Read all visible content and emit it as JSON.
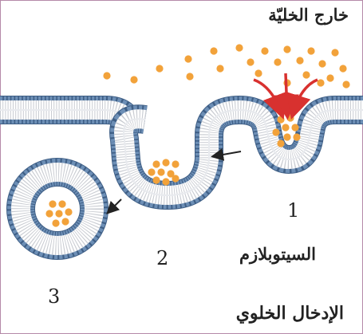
{
  "labels": {
    "outside_cell": "خارج الخليّة",
    "cytoplasm": "السيتوبلازم",
    "endocytosis": "الإدخال الخلوي"
  },
  "stages": [
    "1",
    "2",
    "3"
  ],
  "colors": {
    "membrane_head": "#6d8fb6",
    "membrane_head_stroke": "#3f5f86",
    "tail": "#c9ccd2",
    "particle": "#f2a23a",
    "arrow_red": "#d8312f",
    "arrow_black": "#222222",
    "frame": "#b58aa8"
  }
}
